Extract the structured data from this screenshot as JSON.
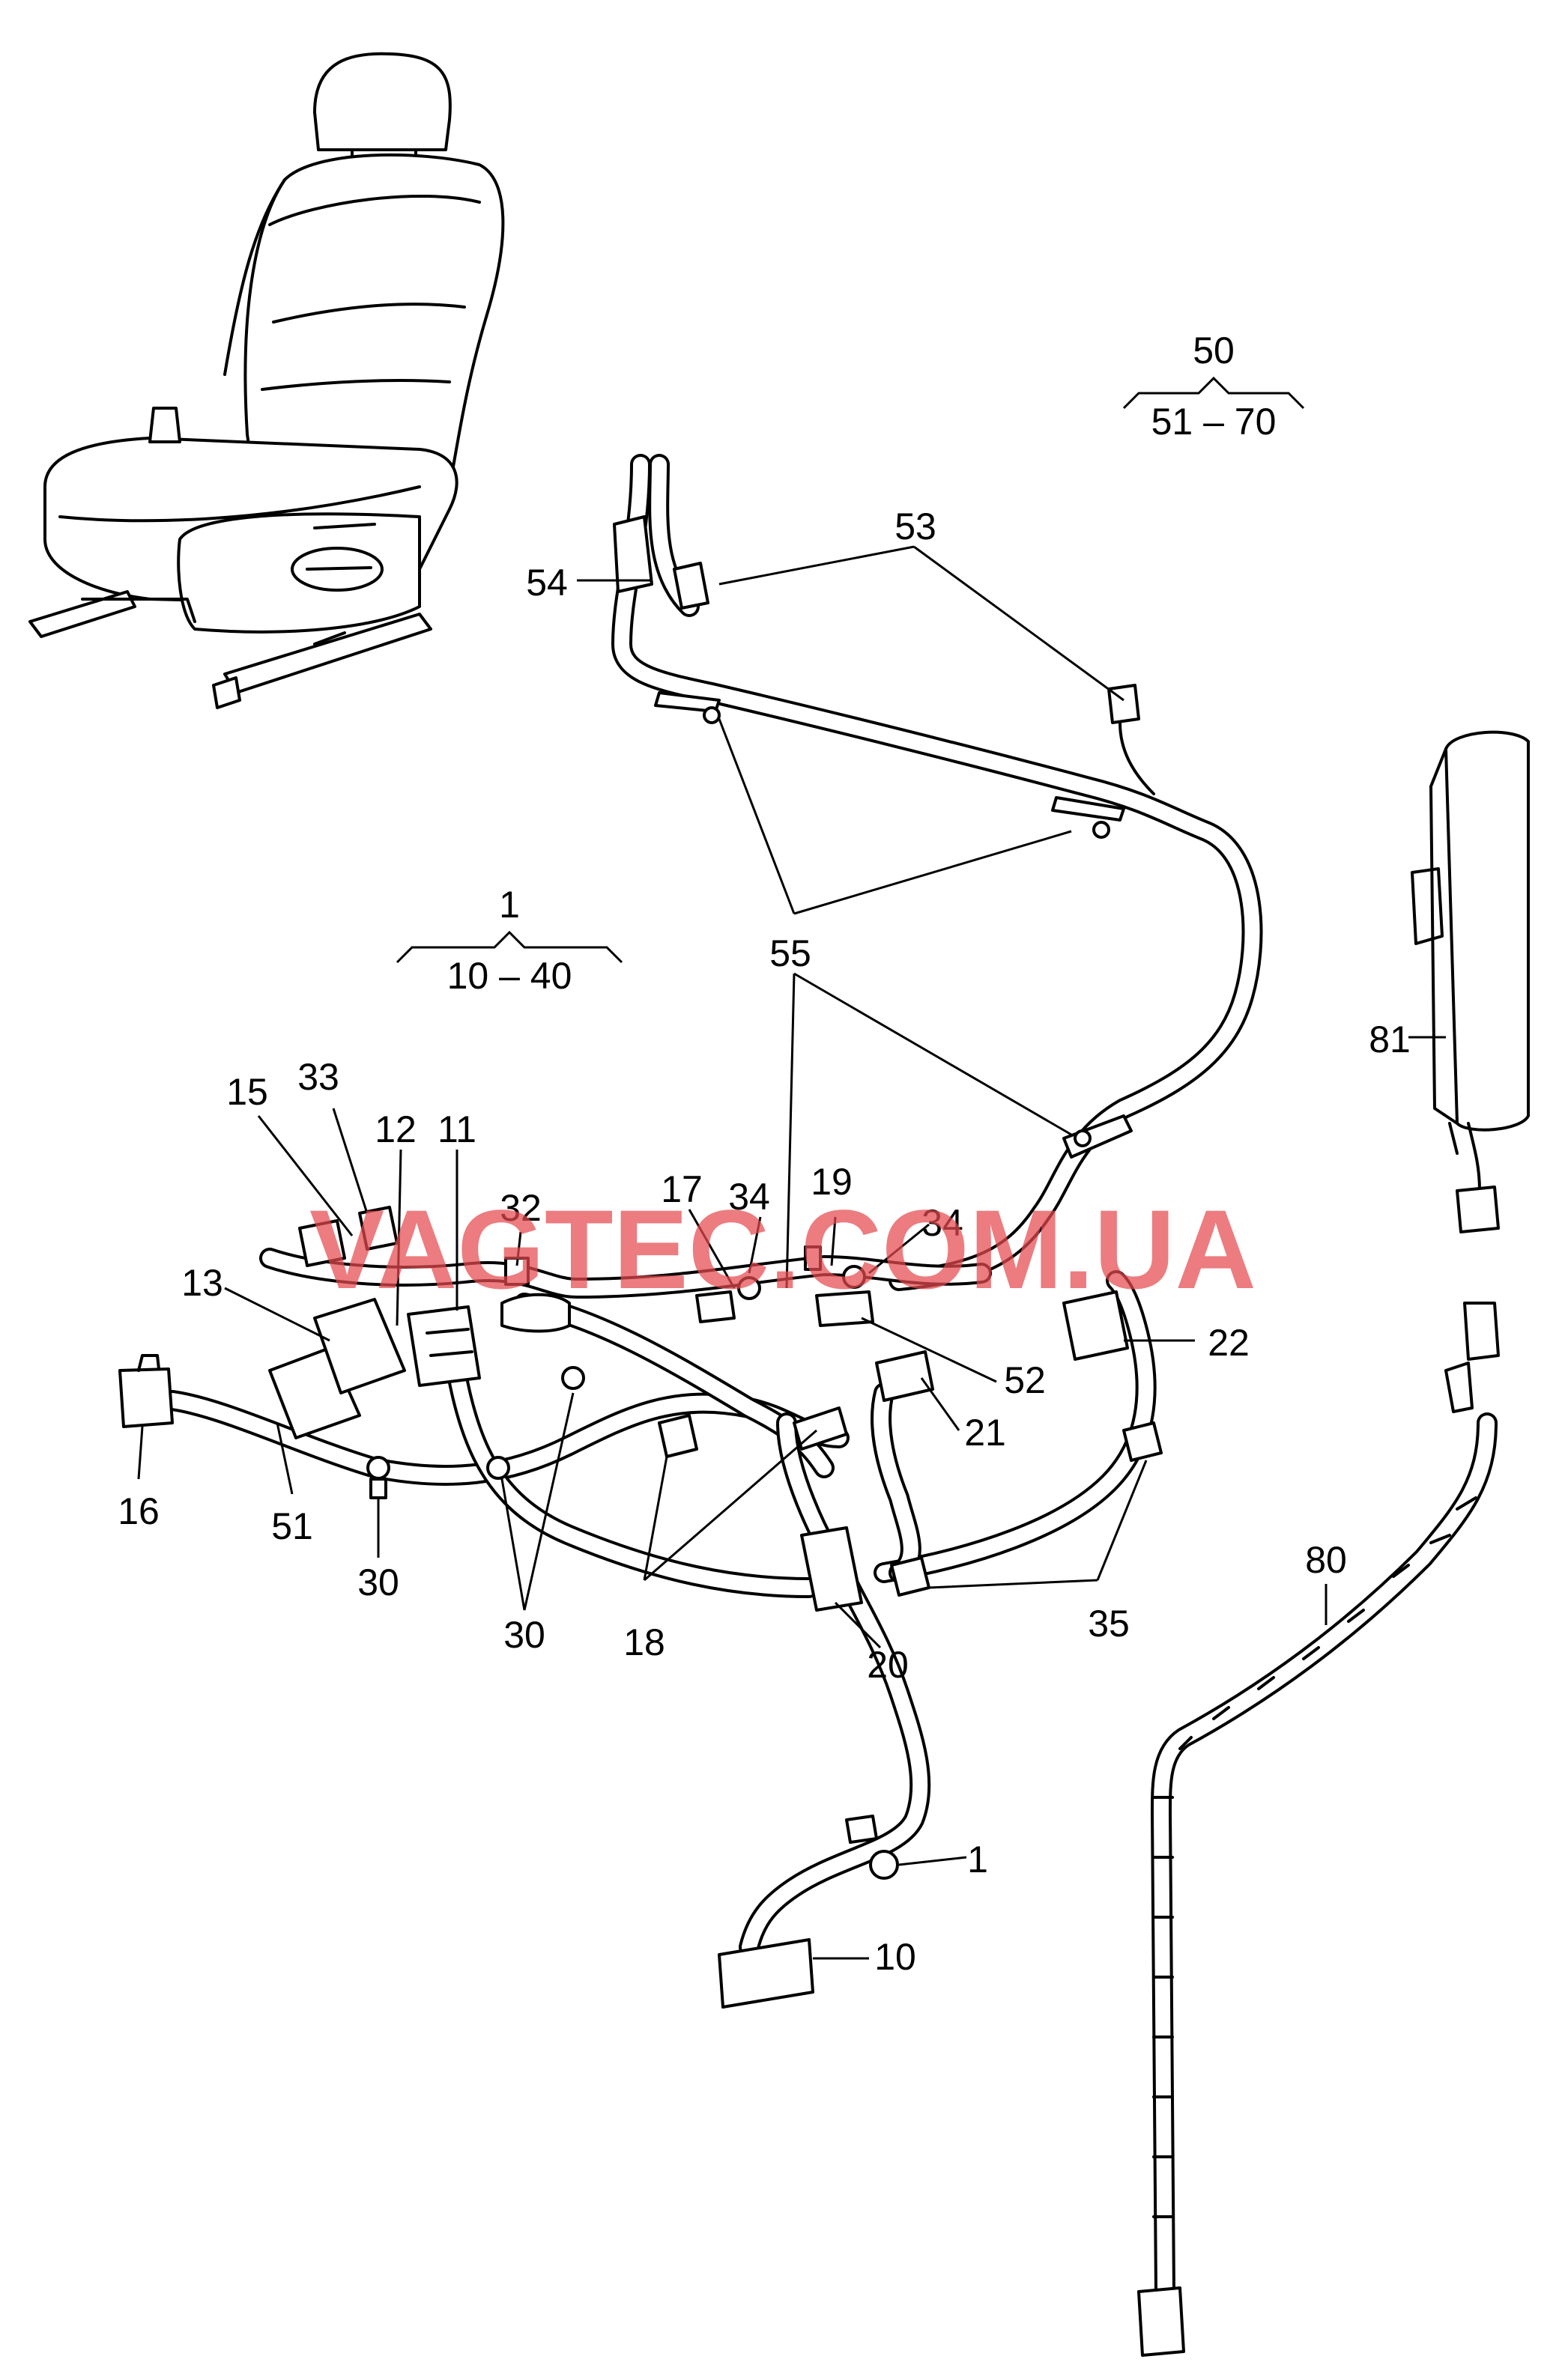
{
  "watermark": "VAGTEC.COM.UA",
  "groups": {
    "g1": {
      "top": "1",
      "range": "10 – 40"
    },
    "g50": {
      "top": "50",
      "range": "51 – 70"
    }
  },
  "labels": {
    "n1_left": "1",
    "n10": "10",
    "n11": "11",
    "n12": "12",
    "n13": "13",
    "n15": "15",
    "n16": "16",
    "n17": "17",
    "n18": "18",
    "n19": "19",
    "n20": "20",
    "n21": "21",
    "n22": "22",
    "n30a": "30",
    "n30b": "30",
    "n32": "32",
    "n33": "33",
    "n34a": "34",
    "n34b": "34",
    "n35": "35",
    "n51": "51",
    "n52": "52",
    "n53": "53",
    "n54": "54",
    "n55": "55",
    "n80": "80",
    "n81": "81"
  }
}
